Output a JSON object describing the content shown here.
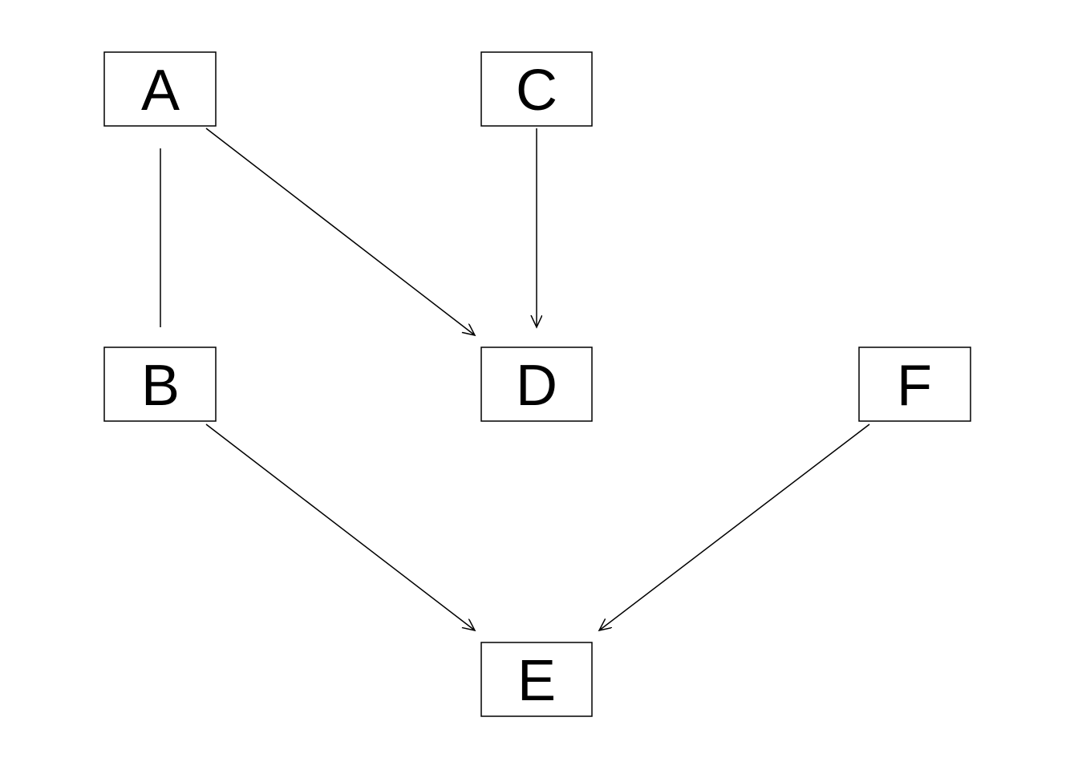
{
  "diagram": {
    "nodes": [
      {
        "id": "A",
        "label": "A"
      },
      {
        "id": "B",
        "label": "B"
      },
      {
        "id": "C",
        "label": "C"
      },
      {
        "id": "D",
        "label": "D"
      },
      {
        "id": "E",
        "label": "E"
      },
      {
        "id": "F",
        "label": "F"
      }
    ],
    "edges": [
      {
        "from": "A",
        "to": "B",
        "directed": false
      },
      {
        "from": "A",
        "to": "D",
        "directed": true
      },
      {
        "from": "C",
        "to": "D",
        "directed": true
      },
      {
        "from": "B",
        "to": "E",
        "directed": true
      },
      {
        "from": "F",
        "to": "E",
        "directed": true
      }
    ],
    "colors": {
      "background": "#ffffff",
      "stroke": "#000000"
    }
  }
}
